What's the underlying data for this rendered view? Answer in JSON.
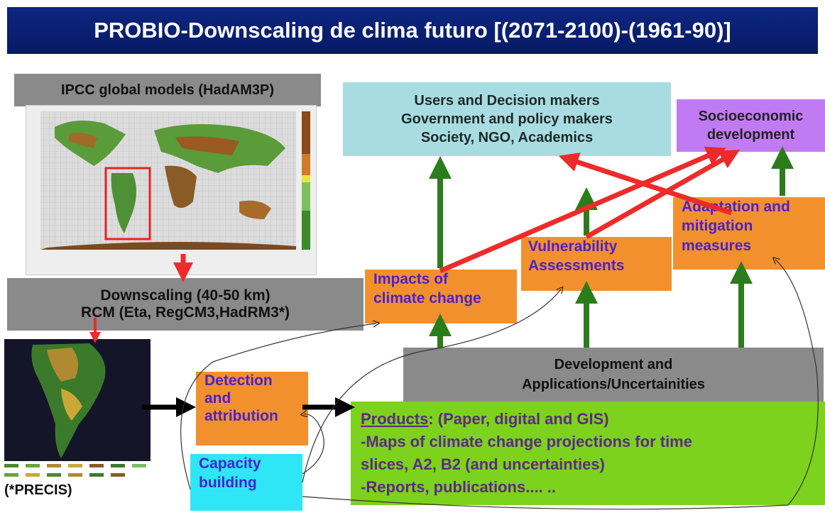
{
  "title": "PROBIO-Downscaling de clima futuro [(2071-2100)-(1961-90)]",
  "ipcc_label": "IPCC global models (HadAM3P)",
  "downscaling": {
    "line1": "Downscaling (40-50 km)",
    "line2": "RCM (Eta, RegCM3,HadRM3*)"
  },
  "precis_caption": "(*PRECIS)",
  "users": {
    "line1": "Users and Decision makers",
    "line2": "Government and policy makers",
    "line3": "Society, NGO, Academics"
  },
  "socioeconomic": {
    "line1": "Socioeconomic",
    "line2": "development"
  },
  "impacts": {
    "line1": "Impacts of",
    "line2": "climate change"
  },
  "vulnerability": {
    "line1": "Vulnerability",
    "line2": "Assessments"
  },
  "adaptation": {
    "line1": "Adaptation and",
    "line2": "mitigation",
    "line3": "measures"
  },
  "development": {
    "line1": "Development and",
    "line2": "Applications/Uncertainities"
  },
  "detection": {
    "line1": "Detection",
    "line2": "and",
    "line3": "attribution"
  },
  "capacity": {
    "line1": "Capacity",
    "line2": "building"
  },
  "products": {
    "heading": "Products",
    "heading_rest": ": (Paper, digital and GIS)",
    "line2": "-Maps of climate change projections for time",
    "line3": "slices, A2, B2 (and uncertainties)",
    "line4": "-Reports, publications.... .."
  },
  "colors": {
    "banner": "#0d2680",
    "gray_box": "#8a8a8a",
    "teal_box": "#a9dce0",
    "purple_box": "#c17bf2",
    "orange_box": "#f3902e",
    "cyan_box": "#2ee6f5",
    "green_box": "#7cd21c",
    "red_arrow": "#ee2a2a",
    "green_arrow": "#2a7d1a"
  }
}
